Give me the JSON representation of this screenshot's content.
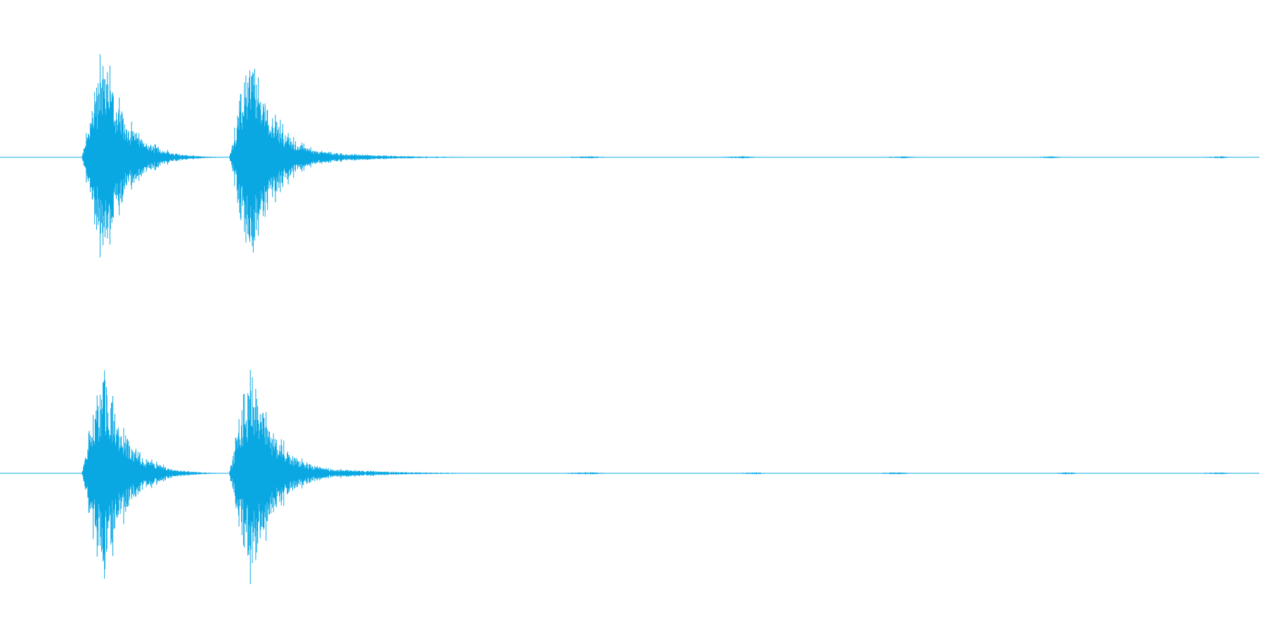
{
  "colors": {
    "waveform": "#0aa8e3",
    "background": "#ffffff"
  },
  "chart_data": {
    "type": "waveform",
    "title": "",
    "xlabel": "",
    "ylabel": "",
    "ylim": [
      -1,
      1
    ],
    "grid": false,
    "x_range": [
      0,
      1
    ],
    "channels": [
      {
        "name": "",
        "bursts": [
          {
            "start": 0.065,
            "peak": 0.082,
            "end": 0.14,
            "amplitude": 0.96
          },
          {
            "start": 0.14,
            "peak": 0.14,
            "end": 0.185,
            "amplitude": 0.04
          },
          {
            "start": 0.182,
            "peak": 0.2,
            "end": 0.26,
            "amplitude": 0.96
          },
          {
            "start": 0.25,
            "peak": 0.25,
            "end": 0.38,
            "amplitude": 0.06
          },
          {
            "start": 0.44,
            "peak": 0.47,
            "end": 0.5,
            "amplitude": 0.01
          },
          {
            "start": 0.565,
            "peak": 0.59,
            "end": 0.625,
            "amplitude": 0.01
          },
          {
            "start": 0.695,
            "peak": 0.72,
            "end": 0.74,
            "amplitude": 0.01
          },
          {
            "start": 0.82,
            "peak": 0.835,
            "end": 0.86,
            "amplitude": 0.01
          },
          {
            "start": 0.95,
            "peak": 0.97,
            "end": 0.99,
            "amplitude": 0.01
          }
        ]
      },
      {
        "name": "",
        "bursts": [
          {
            "start": 0.065,
            "peak": 0.082,
            "end": 0.14,
            "amplitude": 0.96
          },
          {
            "start": 0.14,
            "peak": 0.14,
            "end": 0.185,
            "amplitude": 0.04
          },
          {
            "start": 0.182,
            "peak": 0.2,
            "end": 0.26,
            "amplitude": 0.96
          },
          {
            "start": 0.25,
            "peak": 0.25,
            "end": 0.385,
            "amplitude": 0.06
          },
          {
            "start": 0.435,
            "peak": 0.47,
            "end": 0.505,
            "amplitude": 0.01
          },
          {
            "start": 0.578,
            "peak": 0.6,
            "end": 0.627,
            "amplitude": 0.01
          },
          {
            "start": 0.69,
            "peak": 0.715,
            "end": 0.74,
            "amplitude": 0.01
          },
          {
            "start": 0.83,
            "peak": 0.85,
            "end": 0.87,
            "amplitude": 0.01
          },
          {
            "start": 0.945,
            "peak": 0.97,
            "end": 0.99,
            "amplitude": 0.01
          }
        ]
      }
    ]
  }
}
